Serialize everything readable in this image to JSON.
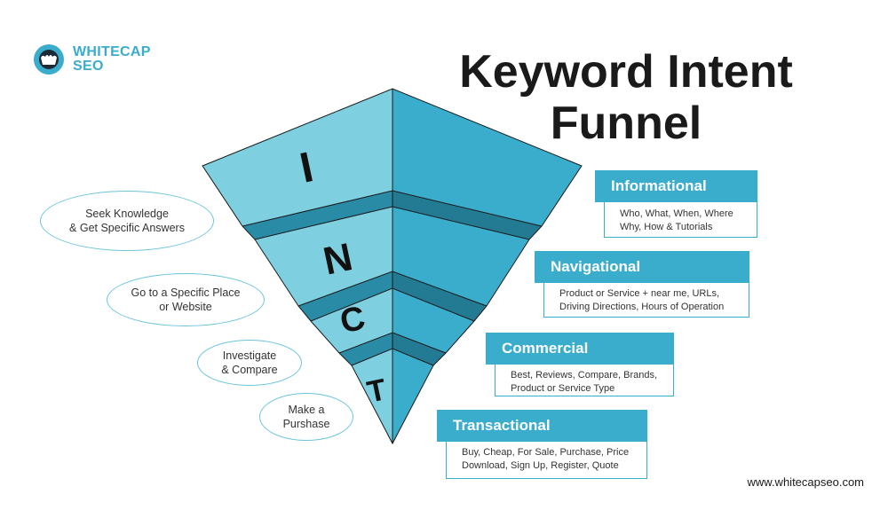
{
  "brand": {
    "line1": "WHITECAP",
    "line2": "SEO",
    "logo_icon": "whitecap-wave-icon",
    "color": "#3aaccc"
  },
  "title": {
    "line1": "Keyword Intent",
    "line2": "Funnel"
  },
  "funnel": {
    "letters": [
      "I",
      "N",
      "C",
      "T"
    ],
    "colors": {
      "light": "#7ecfe0",
      "dark": "#3aaccc",
      "shadow": "#2a8ba6"
    }
  },
  "goals": [
    {
      "line1": "Seek Knowledge",
      "line2": "& Get Specific Answers"
    },
    {
      "line1": "Go to a Specific Place",
      "line2": "or Website"
    },
    {
      "line1": "Investigate",
      "line2": "& Compare"
    },
    {
      "line1": "Make a",
      "line2": "Purshase"
    }
  ],
  "intents": [
    {
      "title": "Informational",
      "line1": "Who, What, When, Where",
      "line2": "Why, How & Tutorials"
    },
    {
      "title": "Navigational",
      "line1": "Product or Service + near me, URLs,",
      "line2": "Driving Directions, Hours of Operation"
    },
    {
      "title": "Commercial",
      "line1": "Best, Reviews, Compare, Brands,",
      "line2": "Product or Service Type"
    },
    {
      "title": "Transactional",
      "line1": "Buy, Cheap, For Sale, Purchase, Price",
      "line2": "Download, Sign Up, Register, Quote"
    }
  ],
  "footer": {
    "url": "www.whitecapseo.com"
  }
}
